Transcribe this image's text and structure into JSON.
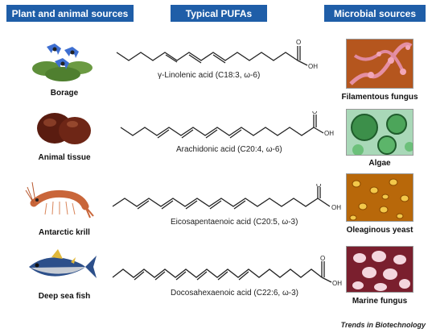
{
  "headers": {
    "plant_animal": "Plant and animal sources",
    "pufas": "Typical PUFAs",
    "microbial": "Microbial sources"
  },
  "sources": [
    {
      "label": "Borage"
    },
    {
      "label": "Animal tissue"
    },
    {
      "label": "Antarctic krill"
    },
    {
      "label": "Deep sea fish"
    }
  ],
  "acids": [
    {
      "name": "γ-Linolenic acid (C18:3, ω-6)"
    },
    {
      "name": "Arachidonic acid (C20:4, ω-6)"
    },
    {
      "name": "Eicosapentaenoic acid (C20:5, ω-3)"
    },
    {
      "name": "Docosahexaenoic acid (C22:6, ω-3)"
    }
  ],
  "microbes": [
    {
      "label": "Filamentous fungus"
    },
    {
      "label": "Algae"
    },
    {
      "label": "Oleaginous yeast"
    },
    {
      "label": "Marine fungus"
    }
  ],
  "molecule_labels": {
    "oxygen": "O",
    "hydroxyl": "OH"
  },
  "footer": "Trends in Biotechnology",
  "colors": {
    "header_bg": "#1f5ea8",
    "header_text": "#ffffff"
  }
}
